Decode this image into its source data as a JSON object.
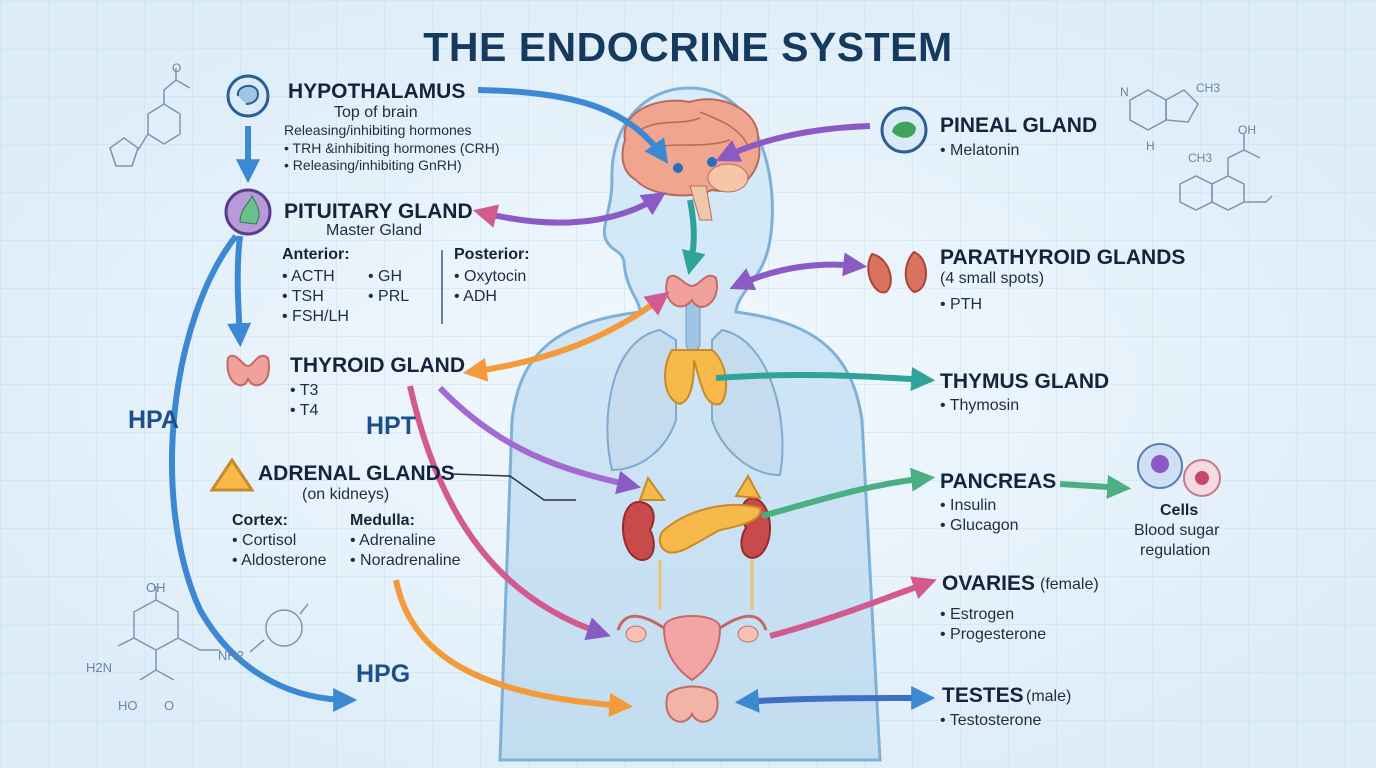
{
  "title": "THE ENDOCRINE SYSTEM",
  "hypothalamus": {
    "name": "HYPOTHALAMUS",
    "location": "Top of brain",
    "hormones_heading": "Releasing/inhibiting hormones",
    "hormones": [
      "• TRH &inhibiting hormones (CRH)",
      "• Releasing/inhibiting GnRH)"
    ]
  },
  "pituitary": {
    "name": "PITUITARY GLAND",
    "subtitle": "Master Gland",
    "anterior_label": "Anterior:",
    "anterior_col1": [
      "• ACTH",
      "• TSH",
      "• FSH/LH"
    ],
    "anterior_col2": [
      "• GH",
      "• PRL"
    ],
    "posterior_label": "Posterior:",
    "posterior": [
      "• Oxytocin",
      "• ADH"
    ]
  },
  "thyroid": {
    "name": "THYROID GLAND",
    "hormones": [
      "• T3",
      "• T4"
    ]
  },
  "adrenal": {
    "name": "ADRENAL GLANDS",
    "subtitle": "(on kidneys)",
    "cortex_label": "Cortex:",
    "cortex": [
      "• Cortisol",
      "• Aldosterone"
    ],
    "medulla_label": "Medulla:",
    "medulla": [
      "• Adrenaline",
      "• Noradrenaline"
    ]
  },
  "axes": {
    "hpa": "HPA",
    "hpt": "HPT",
    "hpg": "HPG"
  },
  "pineal": {
    "name": "PINEAL GLAND",
    "hormones": [
      "• Melatonin"
    ]
  },
  "parathyroid": {
    "name": "PARATHYROID GLANDS",
    "subtitle": "(4 small spots)",
    "hormones": [
      "• PTH"
    ]
  },
  "thymus": {
    "name": "THYMUS GLAND",
    "hormones": [
      "• Thymosin"
    ]
  },
  "pancreas": {
    "name": "PANCREAS",
    "hormones": [
      "• Insulin",
      "• Glucagon"
    ]
  },
  "cells": {
    "name": "Cells",
    "desc1": "Blood sugar",
    "desc2": "regulation"
  },
  "ovaries": {
    "name": "OVARIES",
    "qualifier": "(female)",
    "hormones": [
      "• Estrogen",
      "• Progesterone"
    ]
  },
  "testes": {
    "name": "TESTES",
    "qualifier": "(male)",
    "hormones": [
      "• Testosterone"
    ]
  },
  "chem_labels": [
    "O",
    "OH",
    "CH3",
    "H2N",
    "NH2",
    "HO",
    "O",
    "H",
    "N",
    "CH3",
    "OH"
  ],
  "colors": {
    "background": "#e3f0fa",
    "grid": "#c9dff0",
    "title": "#16395e",
    "body_fill": "#cfe5f5",
    "body_stroke": "#7fb1d8",
    "gland_pink": "#f2a19a",
    "gland_orange": "#f6b94a",
    "kidney": "#c94a4a",
    "arrow_blue": "#3d88d2",
    "arrow_purple": "#8a5bc4",
    "arrow_teal": "#2fa39a",
    "arrow_orange": "#f39a3a",
    "arrow_pink": "#d35a8e"
  }
}
